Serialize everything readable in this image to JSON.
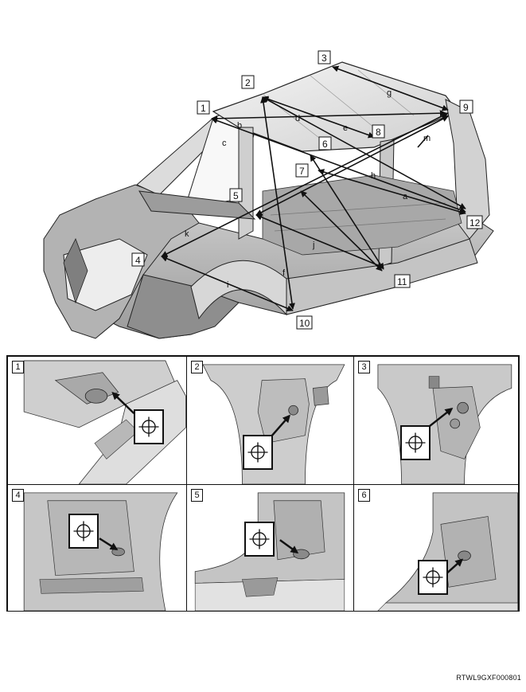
{
  "callouts": [
    "1",
    "2",
    "3",
    "4",
    "5",
    "6",
    "7",
    "8",
    "9",
    "10",
    "11",
    "12"
  ],
  "letters": [
    "a",
    "b",
    "c",
    "d",
    "e",
    "f",
    "g",
    "h",
    "i",
    "j",
    "k",
    "m"
  ],
  "panels": [
    {
      "num": "1"
    },
    {
      "num": "2"
    },
    {
      "num": "3"
    },
    {
      "num": "4"
    },
    {
      "num": "5"
    },
    {
      "num": "6"
    }
  ],
  "target_icon": "crosshair-target-icon",
  "doc_code": "RTWL9GXF000801"
}
